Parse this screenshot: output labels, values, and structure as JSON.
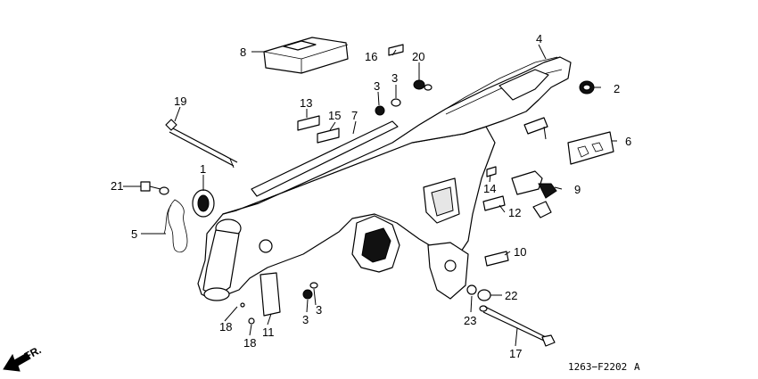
{
  "diagram": {
    "reference_code": "1263−F2202",
    "reference_suffix": "A",
    "direction_label": "FR.",
    "callouts": [
      {
        "id": "c1",
        "label": "1"
      },
      {
        "id": "c2",
        "label": "2"
      },
      {
        "id": "c3a",
        "label": "3"
      },
      {
        "id": "c3b",
        "label": "3"
      },
      {
        "id": "c3c",
        "label": "3"
      },
      {
        "id": "c3d",
        "label": "3"
      },
      {
        "id": "c4",
        "label": "4"
      },
      {
        "id": "c5",
        "label": "5"
      },
      {
        "id": "c6",
        "label": "6"
      },
      {
        "id": "c7",
        "label": "7"
      },
      {
        "id": "c8",
        "label": "8"
      },
      {
        "id": "c9",
        "label": "9"
      },
      {
        "id": "c10",
        "label": "10"
      },
      {
        "id": "c11",
        "label": "11"
      },
      {
        "id": "c12",
        "label": "12"
      },
      {
        "id": "c13",
        "label": "13"
      },
      {
        "id": "c14",
        "label": "14"
      },
      {
        "id": "c15",
        "label": "15"
      },
      {
        "id": "c16",
        "label": "16"
      },
      {
        "id": "c17",
        "label": "17"
      },
      {
        "id": "c18a",
        "label": "18"
      },
      {
        "id": "c18b",
        "label": "18"
      },
      {
        "id": "c19",
        "label": "19"
      },
      {
        "id": "c20",
        "label": "20"
      },
      {
        "id": "c21",
        "label": "21"
      },
      {
        "id": "c22",
        "label": "22"
      },
      {
        "id": "c23",
        "label": "23"
      }
    ]
  }
}
